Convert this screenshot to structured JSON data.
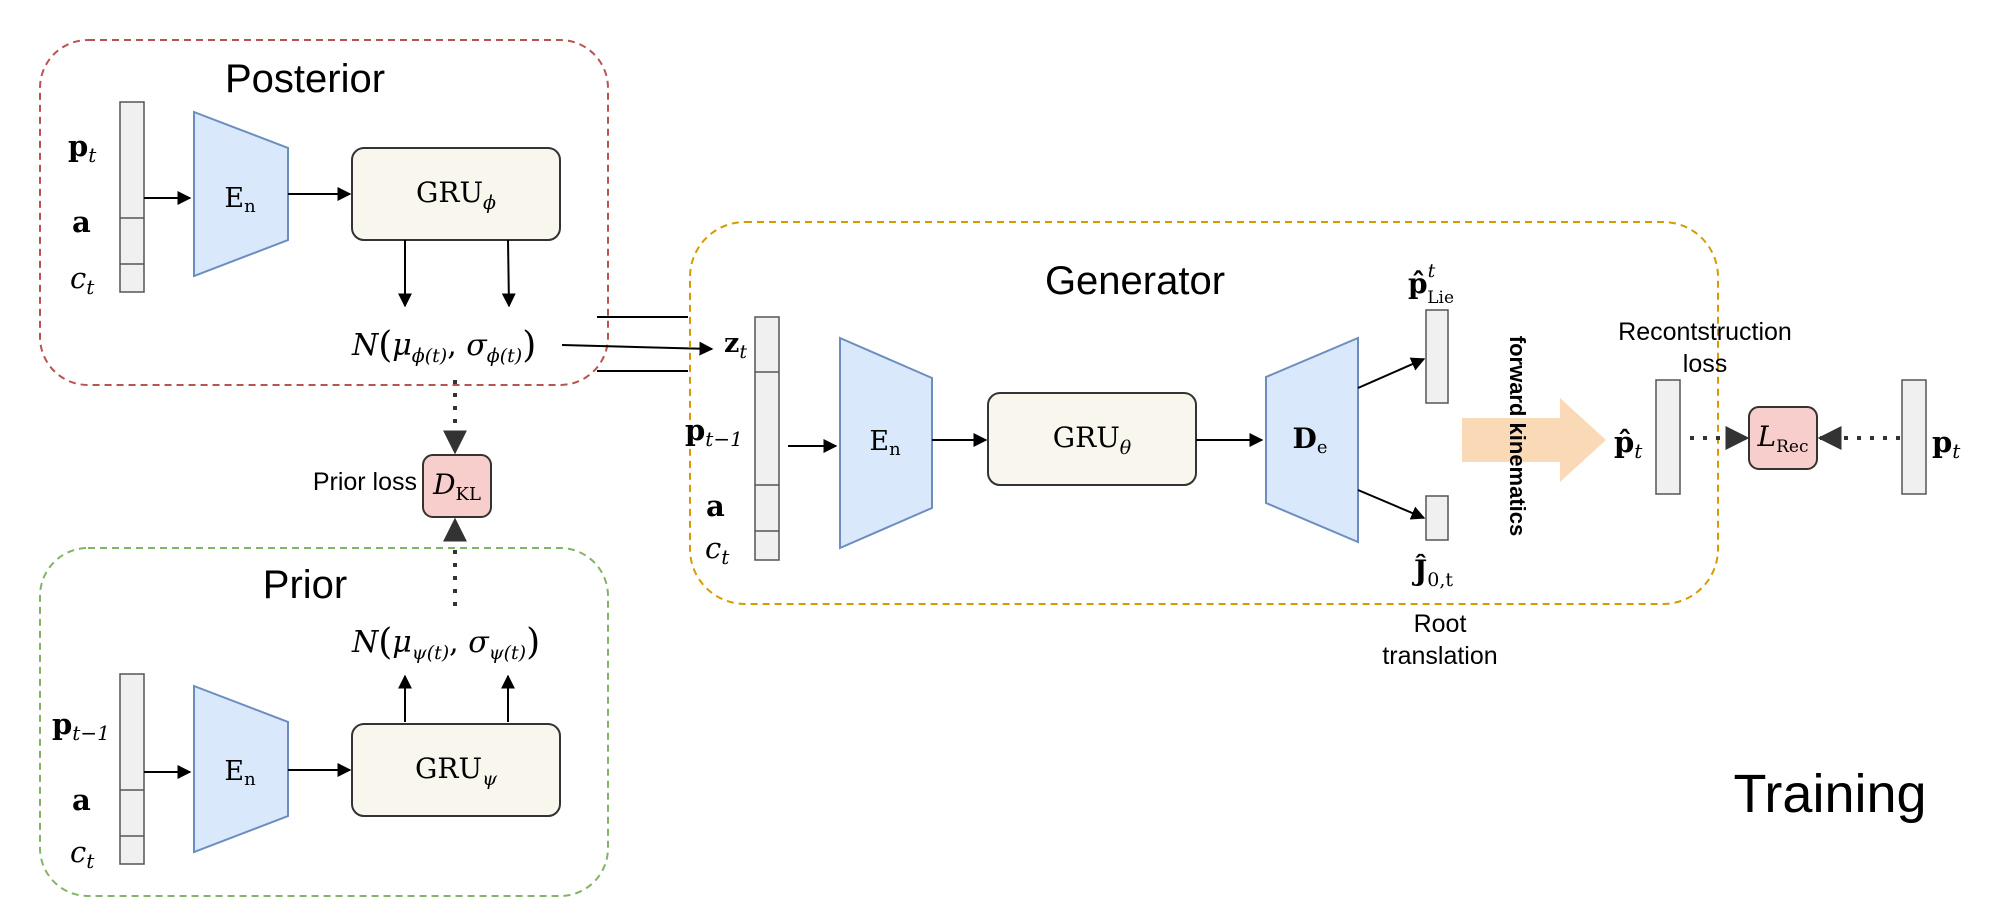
{
  "colors": {
    "posterior_border": "#b85450",
    "prior_border": "#82b366",
    "generator_border": "#d79b00",
    "encoder_fill": "#dae8fc",
    "encoder_stroke": "#6c8ebf",
    "gru_fill": "#f9f7ed",
    "loss_fill": "#f8cecc",
    "fk_arrow_fill": "#fad9b6",
    "vector_fill": "#f0f0f0"
  },
  "posterior": {
    "title": "Posterior",
    "inputs": {
      "pose": "p",
      "pose_sub": "t",
      "action": "a",
      "cond": "c",
      "cond_sub": "t"
    },
    "encoder": {
      "main": "E",
      "sub": "n"
    },
    "gru": {
      "main": "GRU",
      "sub": "ϕ"
    },
    "dist": {
      "N": "N",
      "mu": "μ",
      "mu_sub": "ϕ(t)",
      "sigma": "σ",
      "sigma_sub": "ϕ(t)"
    }
  },
  "prior": {
    "title": "Prior",
    "inputs": {
      "pose": "p",
      "pose_sub": "t−1",
      "action": "a",
      "cond": "c",
      "cond_sub": "t"
    },
    "encoder": {
      "main": "E",
      "sub": "n"
    },
    "gru": {
      "main": "GRU",
      "sub": "ψ"
    },
    "dist": {
      "N": "N",
      "mu": "μ",
      "mu_sub": "ψ(t)",
      "sigma": "σ",
      "sigma_sub": "ψ(t)"
    }
  },
  "kl": {
    "label": "Prior loss",
    "main": "D",
    "sub": "KL"
  },
  "generator": {
    "title": "Generator",
    "inputs": {
      "latent": "z",
      "latent_sub": "t",
      "pose": "p",
      "pose_sub": "t−1",
      "action": "a",
      "cond": "c",
      "cond_sub": "t"
    },
    "encoder": {
      "main": "E",
      "sub": "n"
    },
    "gru": {
      "main": "GRU",
      "sub": "θ"
    },
    "decoder": {
      "main": "D",
      "sub": "e"
    },
    "lie_output": {
      "main": "p̂",
      "sup": "t",
      "sub": "Lie"
    },
    "root_output": {
      "main": "Ĵ",
      "sub": "0,t"
    },
    "root_label_1": "Root",
    "root_label_2": "translation",
    "fk_label": "forward kinematics"
  },
  "reconstruction": {
    "label_1": "Recontstruction",
    "label_2": "loss",
    "pred": {
      "main": "p̂",
      "sub": "t"
    },
    "target": {
      "main": "p",
      "sub": "t"
    },
    "loss": {
      "main": "L",
      "sub": "Rec"
    }
  },
  "mode_label": "Training"
}
